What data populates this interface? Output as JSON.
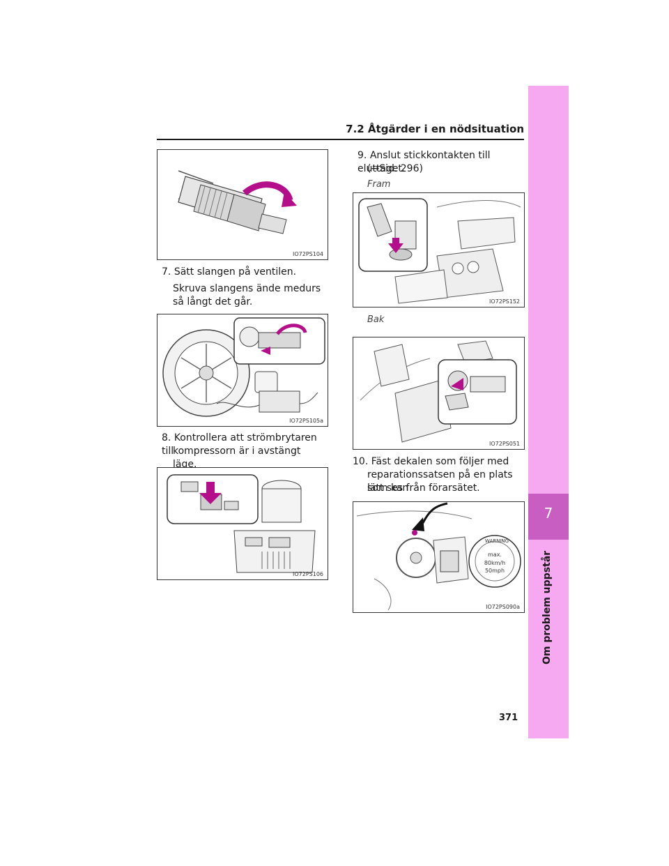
{
  "header": {
    "section_title": "7.2  Åtgärder i en nödsituation"
  },
  "sidebar": {
    "chapter_number": "7",
    "chapter_label": "Om problem uppstår"
  },
  "page_number": "371",
  "left_column": {
    "figures": [
      {
        "code": "IO72PS104",
        "icon": "hose-valve-illustration"
      },
      {
        "code": "IO72PS105a",
        "icon": "tire-compressor-illustration"
      },
      {
        "code": "IO72PS106",
        "icon": "compressor-switch-illustration"
      }
    ],
    "step7": {
      "number": "7.",
      "title": "Sätt slangen på ventilen.",
      "body": "Skruva slangens ände medurs så långt det går."
    },
    "step8": {
      "number": "8.",
      "line1": "Kontrollera att strömbrytaren till",
      "line2": "kompressorn är i avstängt läge."
    }
  },
  "right_column": {
    "step9": {
      "number": "9.",
      "line1": "Anslut stickkontakten till eluttaget.",
      "line2": "(→Sid. 296)"
    },
    "front_label": "Fram",
    "rear_label": "Bak",
    "figures": [
      {
        "code": "IO72PS152",
        "icon": "front-socket-illustration"
      },
      {
        "code": "IO72PS051",
        "icon": "rear-socket-illustration"
      },
      {
        "code": "IO72PS090a",
        "icon": "warning-sticker-illustration"
      }
    ],
    "step10": {
      "number": "10.",
      "line1": "Fäst dekalen som följer med",
      "line2": "reparationssatsen på en plats som kan",
      "line3": "lätt ses från förarsätet."
    },
    "sticker": {
      "warning": "WARNING",
      "max": "max.",
      "speed_kmh": "80km/h",
      "speed_mph": "50mph"
    }
  }
}
